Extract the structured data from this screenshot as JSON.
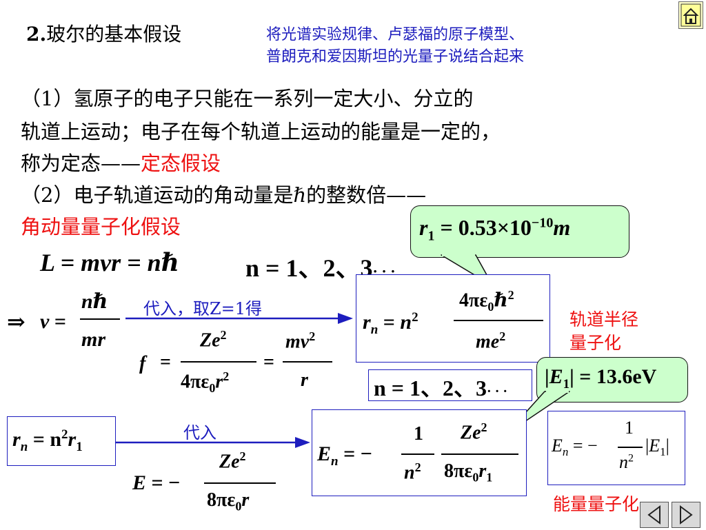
{
  "heading": {
    "number": "2.",
    "title": "玻尔的基本假设"
  },
  "note": {
    "line1": "将光谱实验规律、卢瑟福的原子模型、",
    "line2": "普朗克和爱因斯坦的光量子说结合起来"
  },
  "hyp1": {
    "line1": "（1）氢原子的电子只能在一系列一定大小、分立的",
    "line2": "轨道上运动；电子在每个轨道上运动的能量是一定的，",
    "line3_prefix": "称为定态——",
    "line3_name": "定态假设"
  },
  "hyp2": {
    "line1_prefix": "（2）电子轨道运动的角动量是",
    "hbar": "ℏ",
    "line1_suffix": "的整数倍——",
    "line2_name": "角动量量子化假设"
  },
  "formulas": {
    "L_lhs": "L",
    "L_eq1": "= mvr",
    "L_eq2": "= nℏ",
    "n_series": "n = 1、2、3",
    "dots": "· · ·",
    "implies": "⇒",
    "v": "v",
    "eq": "=",
    "nhbar": "nℏ",
    "mr": "mr",
    "f": "f",
    "Ze2": "Ze",
    "sq": "2",
    "four_pi_eps0_r2": "4πε",
    "zero": "0",
    "r": "r",
    "mv2": "mv",
    "rn": "r",
    "n_sub": "n",
    "n2": "n",
    "fourpi_eps_hbar": "4πε",
    "me2": "me",
    "r1_value": "= 0.53×10",
    "r1_exp": "−10",
    "r1_unit": "m",
    "r1": "r",
    "one": "1",
    "E1_value": "= 13.6eV",
    "E1": "E",
    "rn_eq": "= n",
    "En": "E",
    "minus": "= −",
    "eight_pi_eps": "8πε",
    "E": "E"
  },
  "labels": {
    "substitute_z1": "代入，取Z=1得",
    "substitute": "代入",
    "orbit_radius_line1": "轨道半径",
    "orbit_radius_line2": "量子化",
    "energy_quantization": "能量量子化"
  },
  "nav": {
    "home_icon": "home-icon",
    "prev_icon": "prev-slide-icon",
    "next_icon": "next-slide-icon"
  },
  "colors": {
    "blue": "#1d1dbe",
    "red": "#ee1111",
    "callout": "#ccffcc"
  }
}
